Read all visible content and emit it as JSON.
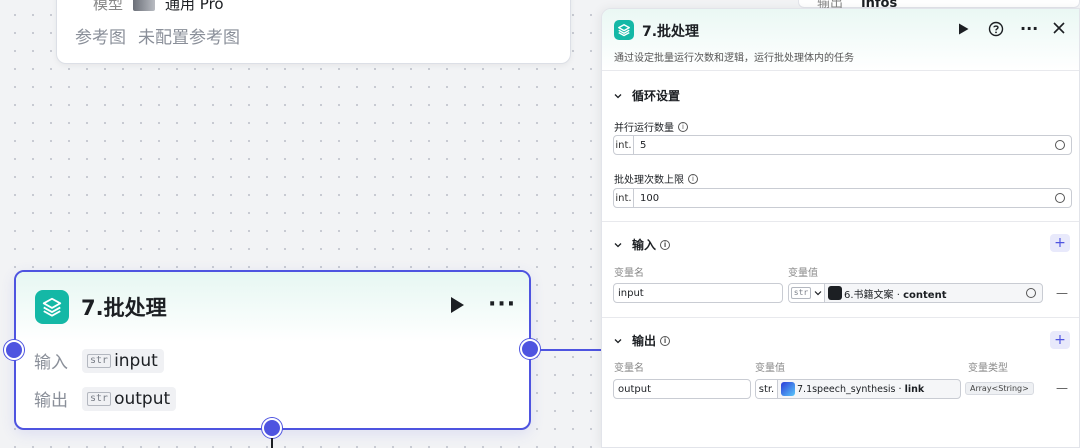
{
  "top_card": {
    "model_label": "模型",
    "model_value": "通用 Pro",
    "ref_label": "参考图",
    "ref_value": "未配置参考图"
  },
  "node": {
    "title": "7.批处理",
    "input_label": "输入",
    "input_var": "input",
    "output_label": "输出",
    "output_var": "output",
    "type_tag": "str"
  },
  "behind_panel": {
    "label": "输出",
    "value": "infos"
  },
  "panel": {
    "title": "7.批处理",
    "description": "通过设定批量运行次数和逻辑，运行批处理体内的任务",
    "loop_section": {
      "title": "循环设置",
      "parallel_label": "并行运行数量",
      "parallel_type": "int.",
      "parallel_value": "5",
      "limit_label": "批处理次数上限",
      "limit_type": "int.",
      "limit_value": "100"
    },
    "input_section": {
      "title": "输入",
      "col_name": "变量名",
      "col_value": "变量值",
      "var_name": "input",
      "type_tag": "str",
      "ref_node": "6.书籍文案",
      "ref_field": "content"
    },
    "output_section": {
      "title": "输出",
      "col_name": "变量名",
      "col_value": "变量值",
      "col_type": "变量类型",
      "var_name": "output",
      "type_tag": "str.",
      "ref_node": "7.1speech_synthesis",
      "ref_field": "link",
      "var_type": "Array<String>"
    }
  },
  "colors": {
    "accent": "#4e54e0",
    "node_icon": "#14b8a6"
  }
}
